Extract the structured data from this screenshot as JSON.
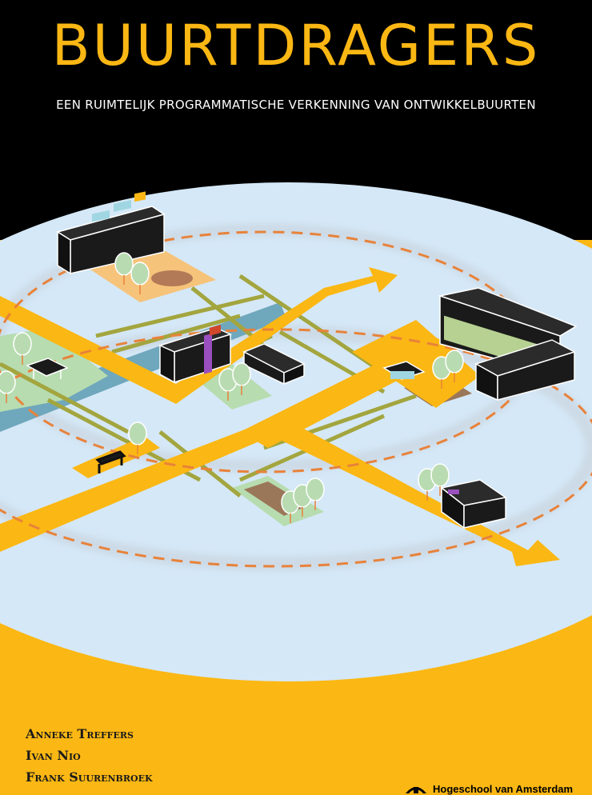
{
  "cover": {
    "title": "BUURTDRAGERS",
    "subtitle": "EEN RUIMTELIJK PROGRAMMATISCHE VERKENNING VAN ONTWIKKELBUURTEN",
    "authors": [
      "Anneke Treffers",
      "Ivan Nio",
      "Frank Suurenbroek"
    ],
    "publisher": "Hogeschool van Amsterdam"
  },
  "colors": {
    "background_top": "#000000",
    "accent": "#fbb713",
    "sky_disc": "#d5e8f7",
    "canal": "#6fa7bd",
    "green_lot": "#b7dcb0",
    "dashed_ring": "#e8823a"
  },
  "icons": [
    "arrow-icon",
    "building-icon",
    "tree-icon",
    "bench-icon",
    "publisher-logo-icon"
  ]
}
